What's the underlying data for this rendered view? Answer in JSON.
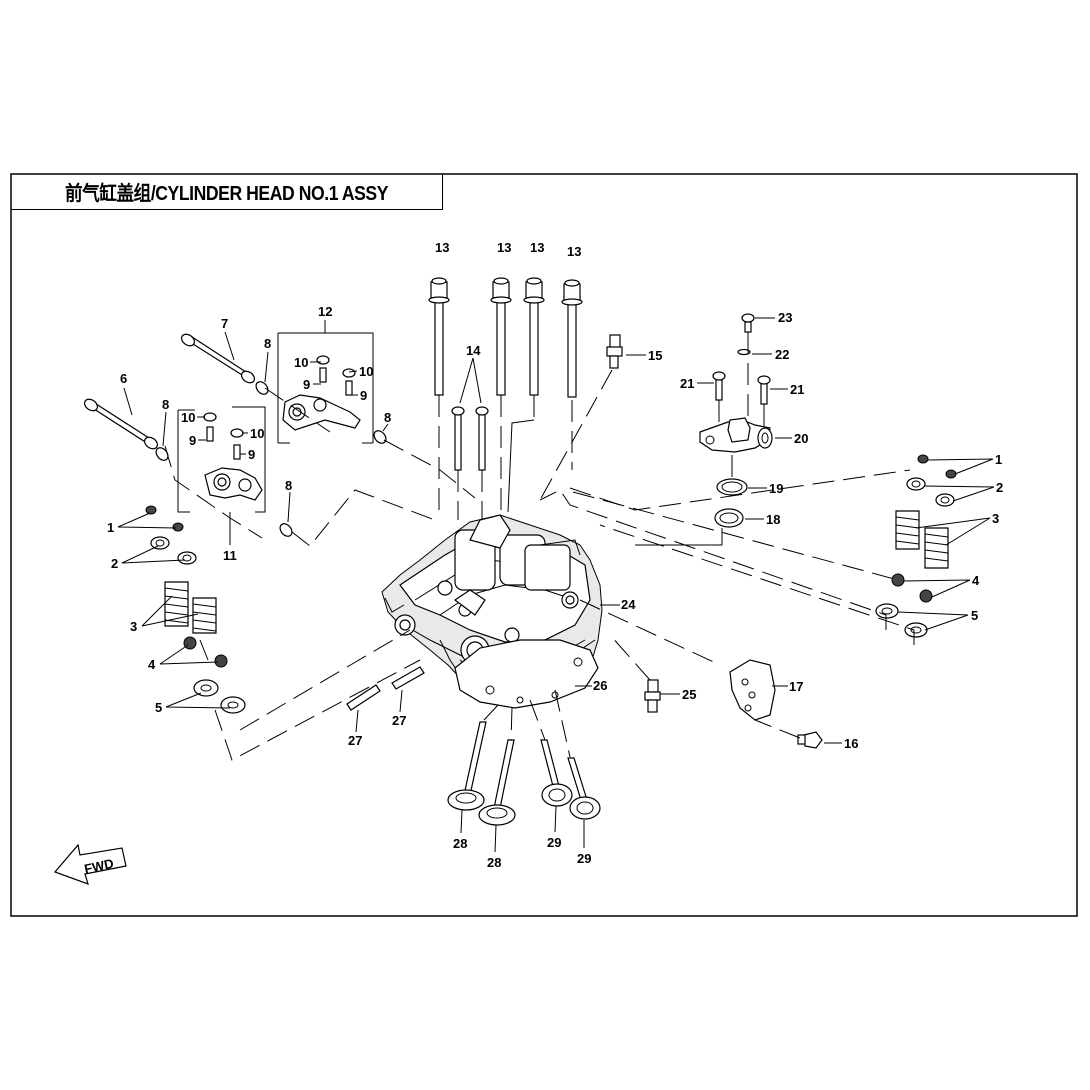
{
  "diagram": {
    "title": "前气缸盖组/CYLINDER HEAD NO.1 ASSY",
    "fwd_label": "FWD",
    "callouts": [
      {
        "id": "c13a",
        "text": "13"
      },
      {
        "id": "c13b",
        "text": "13"
      },
      {
        "id": "c13c",
        "text": "13"
      },
      {
        "id": "c13d",
        "text": "13"
      },
      {
        "id": "c12",
        "text": "12"
      },
      {
        "id": "c7",
        "text": "7"
      },
      {
        "id": "c8a",
        "text": "8"
      },
      {
        "id": "c14",
        "text": "14"
      },
      {
        "id": "c15",
        "text": "15"
      },
      {
        "id": "c23",
        "text": "23"
      },
      {
        "id": "c22",
        "text": "22"
      },
      {
        "id": "c21a",
        "text": "21"
      },
      {
        "id": "c21b",
        "text": "21"
      },
      {
        "id": "c20",
        "text": "20"
      },
      {
        "id": "c6",
        "text": "6"
      },
      {
        "id": "c8b",
        "text": "8"
      },
      {
        "id": "c10a",
        "text": "10"
      },
      {
        "id": "c10b",
        "text": "10"
      },
      {
        "id": "c9a",
        "text": "9"
      },
      {
        "id": "c9b",
        "text": "9"
      },
      {
        "id": "c10c",
        "text": "10"
      },
      {
        "id": "c10d",
        "text": "10"
      },
      {
        "id": "c9c",
        "text": "9"
      },
      {
        "id": "c9d",
        "text": "9"
      },
      {
        "id": "c8c",
        "text": "8"
      },
      {
        "id": "c8d",
        "text": "8"
      },
      {
        "id": "c11",
        "text": "11"
      },
      {
        "id": "c1a",
        "text": "1"
      },
      {
        "id": "c2a",
        "text": "2"
      },
      {
        "id": "c3a",
        "text": "3"
      },
      {
        "id": "c4a",
        "text": "4"
      },
      {
        "id": "c5a",
        "text": "5"
      },
      {
        "id": "c19",
        "text": "19"
      },
      {
        "id": "c18",
        "text": "18"
      },
      {
        "id": "c1b",
        "text": "1"
      },
      {
        "id": "c2b",
        "text": "2"
      },
      {
        "id": "c3b",
        "text": "3"
      },
      {
        "id": "c4b",
        "text": "4"
      },
      {
        "id": "c5b",
        "text": "5"
      },
      {
        "id": "c24",
        "text": "24"
      },
      {
        "id": "c17",
        "text": "17"
      },
      {
        "id": "c16",
        "text": "16"
      },
      {
        "id": "c26",
        "text": "26"
      },
      {
        "id": "c25",
        "text": "25"
      },
      {
        "id": "c27a",
        "text": "27"
      },
      {
        "id": "c27b",
        "text": "27"
      },
      {
        "id": "c28a",
        "text": "28"
      },
      {
        "id": "c28b",
        "text": "28"
      },
      {
        "id": "c29a",
        "text": "29"
      },
      {
        "id": "c29b",
        "text": "29"
      }
    ]
  }
}
